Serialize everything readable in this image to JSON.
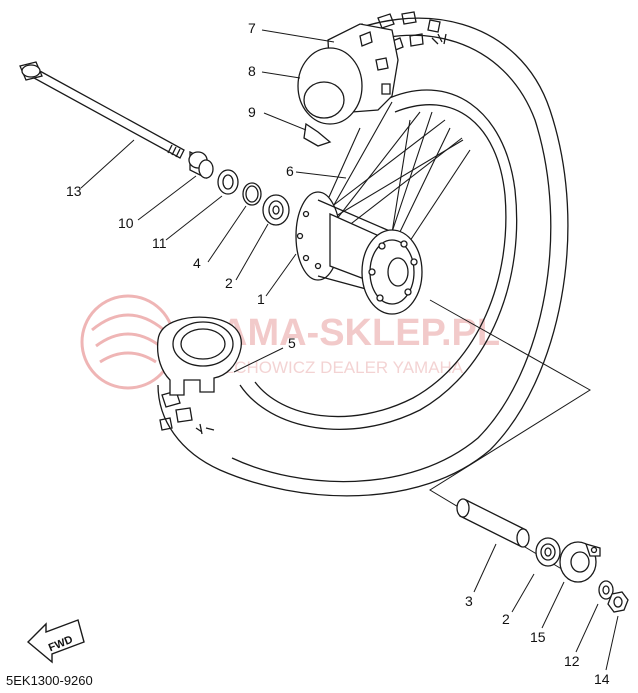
{
  "watermark": {
    "title": "AMA-SKLEP.PL",
    "subtitle": "KOSCIECHOWICZ DEALER YAMAHA"
  },
  "fwd_label": "FWD",
  "part_code": "5EK1300-9260",
  "callouts": {
    "n1": "1",
    "n2a": "2",
    "n2b": "2",
    "n3": "3",
    "n4": "4",
    "n5": "5",
    "n6": "6",
    "n7": "7",
    "n8": "8",
    "n9": "9",
    "n10": "10",
    "n11": "11",
    "n12": "12",
    "n13": "13",
    "n14": "14",
    "n15": "15"
  },
  "colors": {
    "line": "#1a1a1a",
    "watermark": "#e8a0a0"
  }
}
